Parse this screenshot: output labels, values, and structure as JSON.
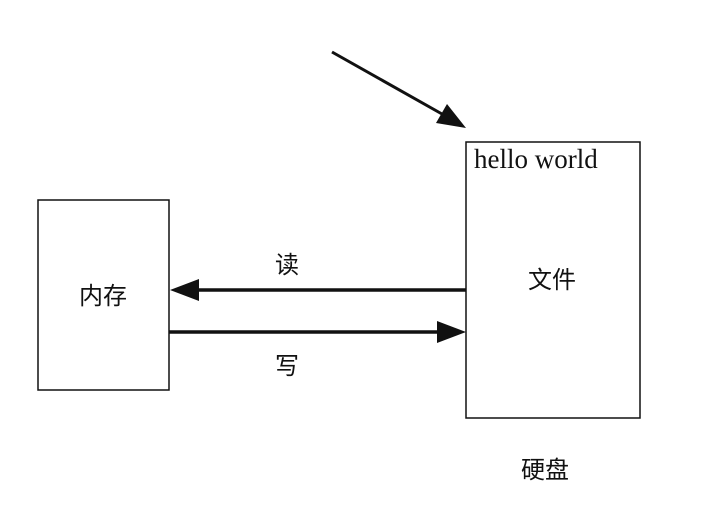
{
  "memory": {
    "label": "内存"
  },
  "disk": {
    "label": "硬盘",
    "file_label": "文件",
    "file_content": "hello world"
  },
  "arrows": {
    "read_label": "读",
    "write_label": "写"
  }
}
